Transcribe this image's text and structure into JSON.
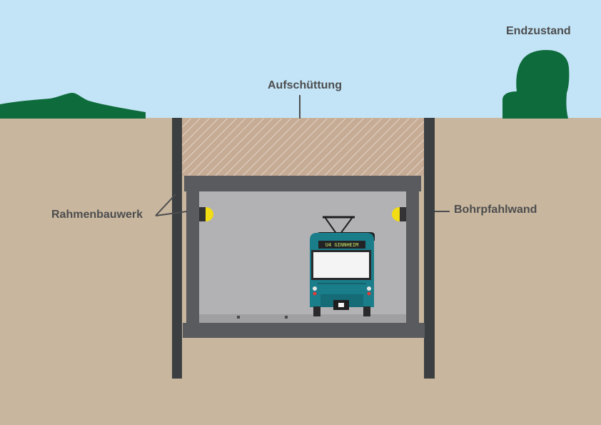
{
  "title": "Endzustand",
  "labels": {
    "fill": "Aufschüttung",
    "frame": "Rahmenbauwerk",
    "wall": "Bohrpfahlwand"
  },
  "train": {
    "destination": "U4 GINNHEIM"
  },
  "colors": {
    "sky": "#c2e4f6",
    "ground": "#c8b79e",
    "vegetation": "#0e6b3b",
    "pile_wall": "#3c3f42",
    "frame_concrete": "#5a5b5e",
    "tunnel_interior": "#b2b2b4",
    "fill_hatch": "#c6ab95",
    "train_body": "#1a7d8a",
    "signal_lamp": "#f2dc13",
    "label_text": "#4d4d4f"
  }
}
